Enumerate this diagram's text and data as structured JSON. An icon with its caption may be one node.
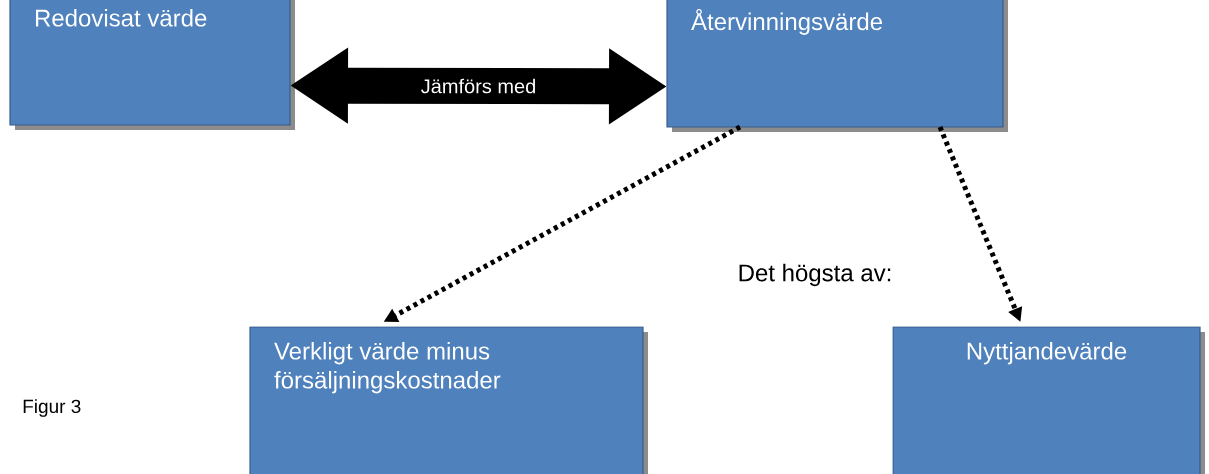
{
  "diagram": {
    "caption": "Figur 3",
    "nodes": [
      {
        "text": [
          "Redovisat värde"
        ]
      },
      {
        "text": [
          "Återvinningsvärde"
        ]
      },
      {
        "text": [
          "Verkligt värde minus försäljningskostnader"
        ]
      },
      {
        "text": [
          "Nyttjandevärde"
        ]
      }
    ],
    "edges": [
      {
        "from": 0,
        "to": 1,
        "arrow": "both",
        "label": "Jämförs med",
        "style": "thick"
      },
      {
        "from": 1,
        "to": 2,
        "arrow": "to",
        "style": "dashed"
      },
      {
        "from": 1,
        "to": 3,
        "arrow": "to",
        "style": "dashed"
      }
    ],
    "labels": [
      "Det högsta av:"
    ]
  }
}
